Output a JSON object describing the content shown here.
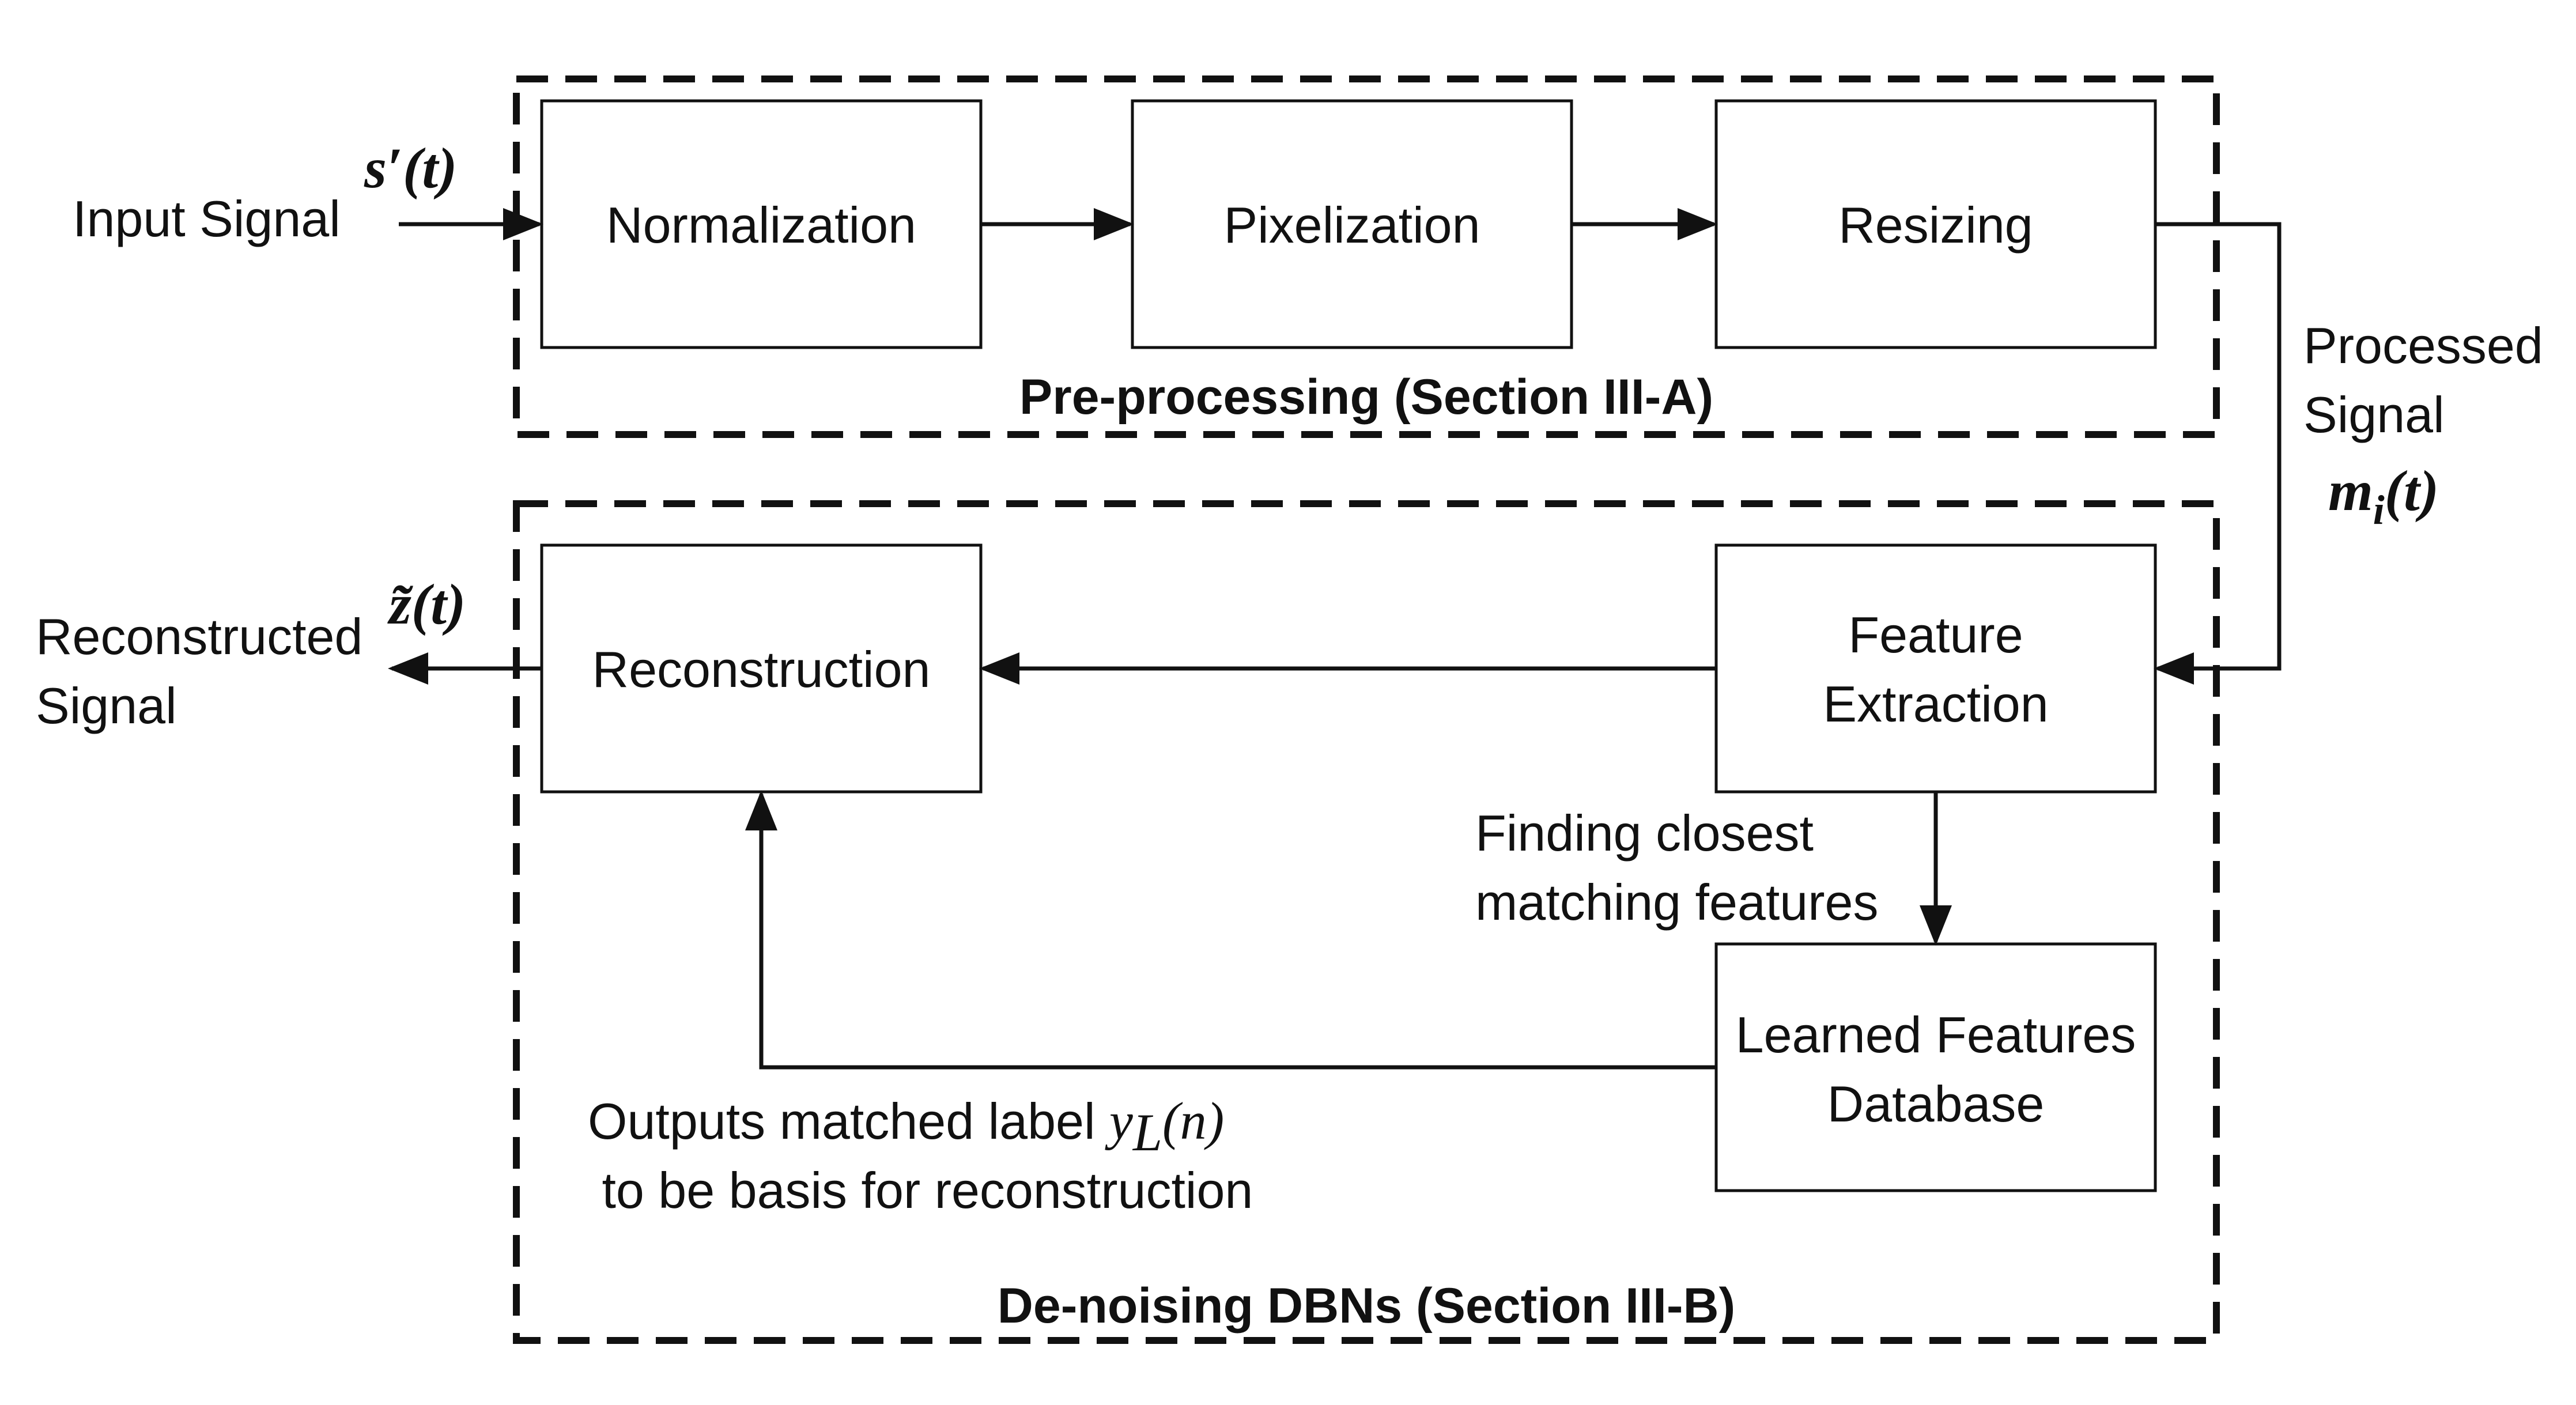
{
  "groups": {
    "preprocessing": "Pre-processing (Section III-A)",
    "denoising": "De-noising DBNs (Section III-B)"
  },
  "boxes": {
    "normalization": "Normalization",
    "pixelization": "Pixelization",
    "resizing": "Resizing",
    "reconstruction": "Reconstruction",
    "feature_extraction": [
      "Feature",
      "Extraction"
    ],
    "learned_features_db": [
      "Learned Features",
      "Database"
    ]
  },
  "labels": {
    "input_signal": "Input Signal",
    "input_symbol": "s′(t)",
    "processed_signal": [
      "Processed",
      "Signal"
    ],
    "processed_symbol": "m",
    "processed_symbol_sub": "i",
    "processed_symbol_arg": "(t)",
    "reconstructed_signal": [
      "Reconstructed",
      "Signal"
    ],
    "reconstructed_symbol": "z̃(t)",
    "finding_closest": [
      "Finding closest",
      "matching features"
    ],
    "outputs_matched_prefix": "Outputs matched label ",
    "outputs_matched_var": "y",
    "outputs_matched_sub": "L",
    "outputs_matched_arg": "(n)",
    "outputs_matched_line2": " to be basis for reconstruction"
  },
  "colors": {
    "stroke": "#111111",
    "background": "#ffffff"
  }
}
